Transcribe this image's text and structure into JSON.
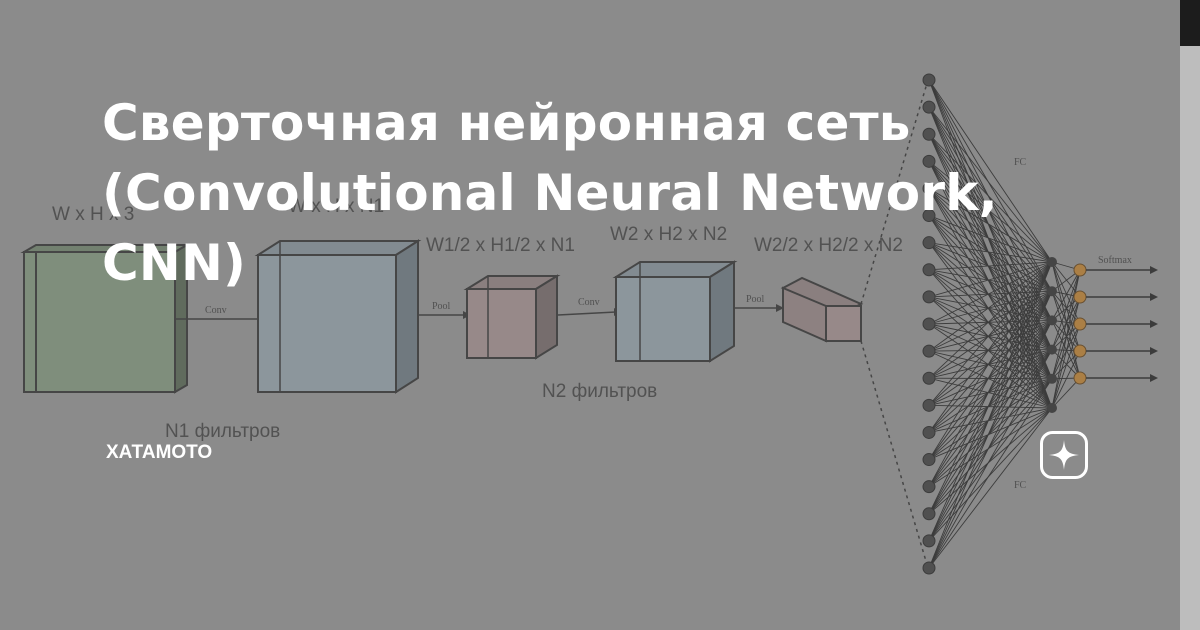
{
  "article": {
    "title": "Сверточная нейронная сеть (Convolutional Neural Network, CNN)",
    "author": "ХАТАМОТО"
  },
  "diagram": {
    "input_label": "W x H x 3",
    "conv1_label": "Conv",
    "conv1_top_label": "W x H x N1",
    "n1_filters_label": "N1 фильтров",
    "pool1_label": "Pool",
    "pool1_dims_label": "W1/2 x H1/2 x N1",
    "conv2_label": "Conv",
    "conv2_dims_label": "W2 x H2 x N2",
    "n2_filters_label": "N2 фильтров",
    "pool2_label": "Pool",
    "pool2_dims_label": "W2/2 x H2/2 x N2",
    "fc_label_top": "FC",
    "fc_label_bottom": "FC",
    "softmax_label": "Softmax",
    "fc_layer1_nodes": 19,
    "fc_layer2_nodes": 6,
    "output_nodes": 5
  },
  "icons": {
    "zen_badge": "sparkle-star-icon"
  },
  "colors": {
    "overlay_gray": "#8b8b8b",
    "title_white": "#ffffff",
    "output_node_orange": "#b87a2a"
  }
}
